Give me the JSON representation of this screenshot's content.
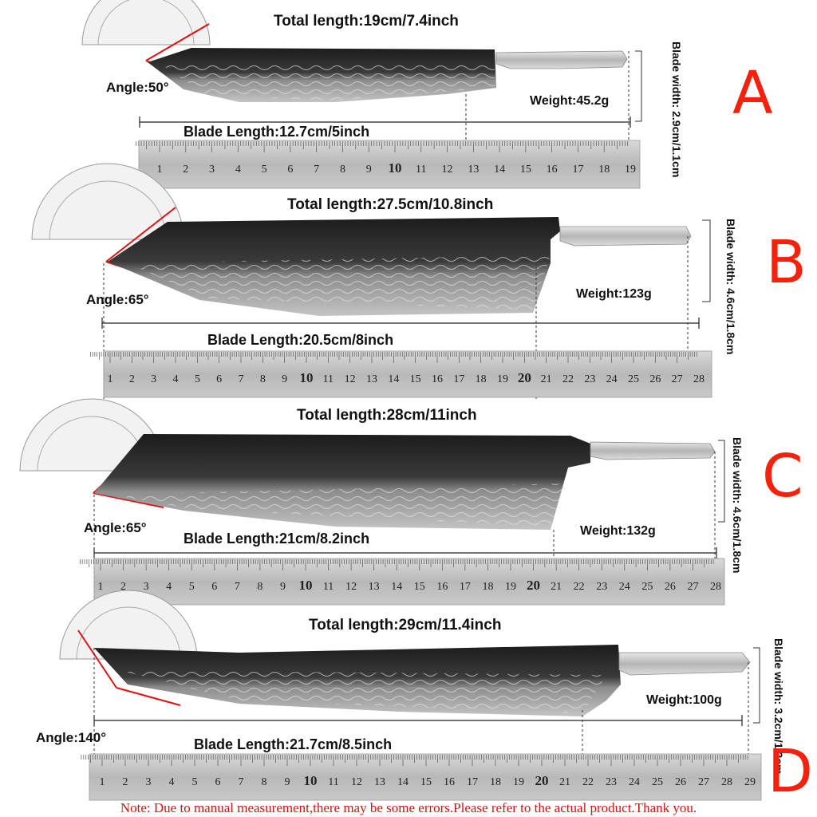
{
  "knives": [
    {
      "letter": "A",
      "total_length": "Total length:19cm/7.4inch",
      "blade_length": "Blade Length:12.7cm/5inch",
      "angle": "Angle:50°",
      "weight": "Weight:45.2g",
      "blade_width": "Blade width: 2.9cm/1.1cm",
      "ruler_max": 19
    },
    {
      "letter": "B",
      "total_length": "Total length:27.5cm/10.8inch",
      "blade_length": "Blade Length:20.5cm/8inch",
      "angle": "Angle:65°",
      "weight": "Weight:123g",
      "blade_width": "Blade width: 4.6cm/1.8cm",
      "ruler_max": 28
    },
    {
      "letter": "C",
      "total_length": "Total length:28cm/11inch",
      "blade_length": "Blade Length:21cm/8.2inch",
      "angle": "Angle:65°",
      "weight": "Weight:132g",
      "blade_width": "Blade width: 4.6cm/1.8cm",
      "ruler_max": 28
    },
    {
      "letter": "D",
      "total_length": "Total length:29cm/11.4inch",
      "blade_length": "Blade Length:21.7cm/8.5inch",
      "angle": "Angle:140°",
      "weight": "Weight:100g",
      "blade_width": "Blade width: 3.2cm/1.2cm",
      "ruler_max": 29
    }
  ],
  "note": "Note: Due to manual measurement,there may be some errors.Please refer to the actual product.Thank you."
}
